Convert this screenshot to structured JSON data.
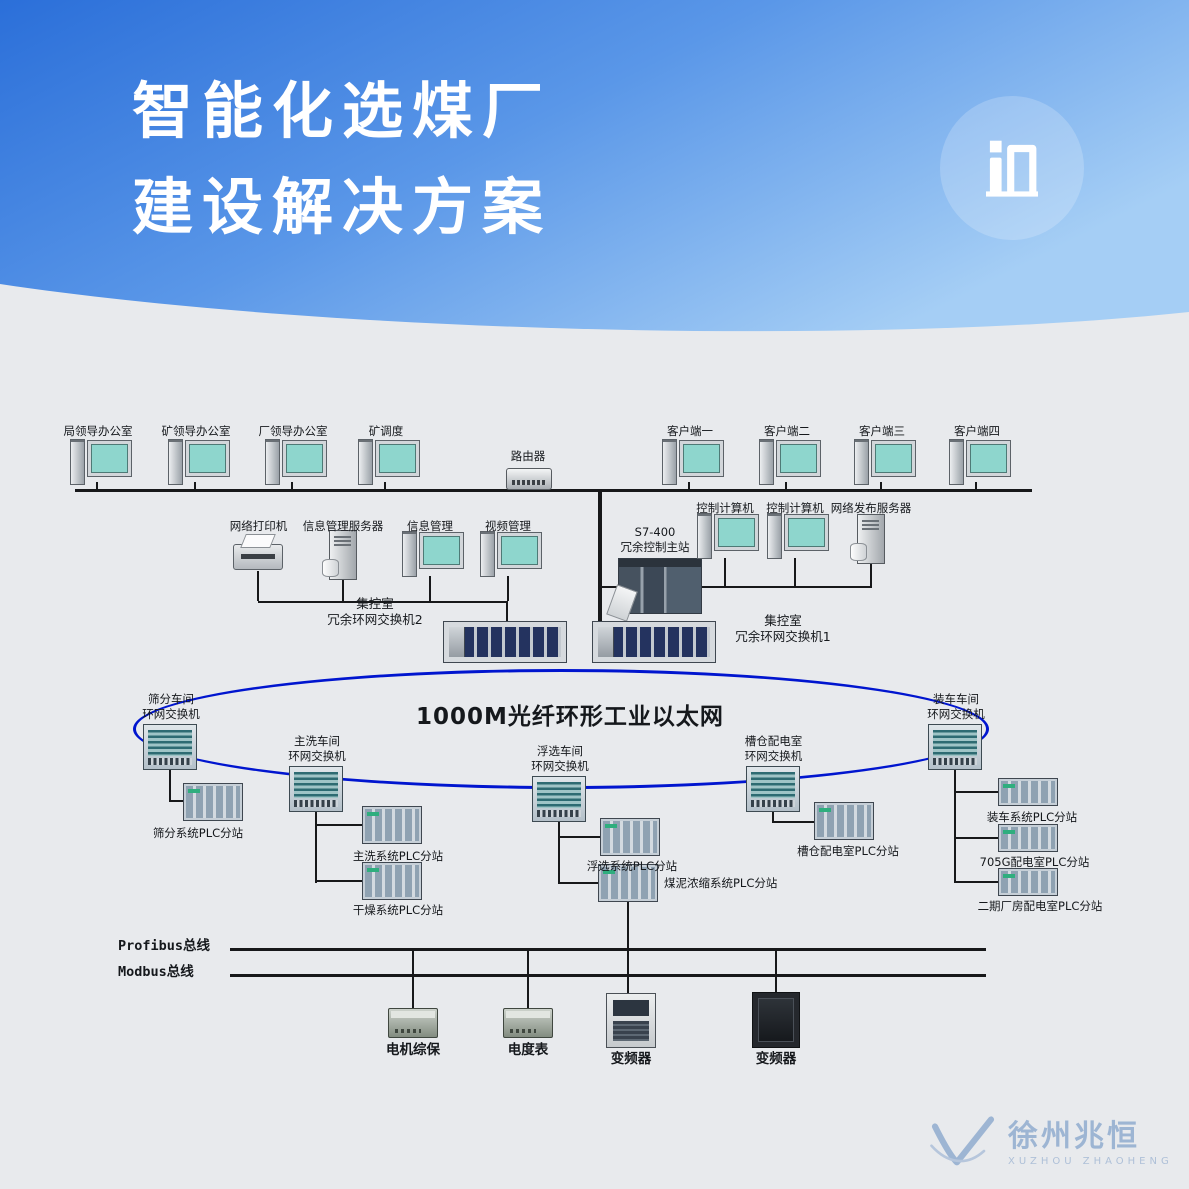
{
  "header": {
    "title_line1": "智能化选煤厂",
    "title_line2": "建设解决方案"
  },
  "diagram": {
    "router": "路由器",
    "office_pcs": [
      "局领导办公室",
      "矿领导办公室",
      "厂领导办公室",
      "矿调度"
    ],
    "client_pcs": [
      "客户端一",
      "客户端二",
      "客户端三",
      "客户端四"
    ],
    "mgmt": [
      "网络打印机",
      "信息管理服务器",
      "信息管理",
      "视频管理"
    ],
    "s7": [
      "S7-400",
      "冗余控制主站"
    ],
    "ctrl_pcs": [
      "控制计算机",
      "控制计算机"
    ],
    "web_server": "网络发布服务器",
    "switch2": [
      "集控室",
      "冗余环网交换机2"
    ],
    "switch1": [
      "集控室",
      "冗余环网交换机1"
    ],
    "ring_label": "1000M光纤环形工业以太网",
    "ring_switches": [
      {
        "l1": "筛分车间",
        "l2": "环网交换机"
      },
      {
        "l1": "主洗车间",
        "l2": "环网交换机"
      },
      {
        "l1": "浮选车间",
        "l2": "环网交换机"
      },
      {
        "l1": "槽仓配电室",
        "l2": "环网交换机"
      },
      {
        "l1": "装车车间",
        "l2": "环网交换机"
      }
    ],
    "plcs": [
      "筛分系统PLC分站",
      "主洗系统PLC分站",
      "干燥系统PLC分站",
      "浮选系统PLC分站",
      "煤泥浓缩系统PLC分站",
      "槽仓配电室PLC分站",
      "装车系统PLC分站",
      "705G配电室PLC分站",
      "二期厂房配电室PLC分站"
    ],
    "bus": {
      "profibus": "Profibus总线",
      "modbus": "Modbus总线"
    },
    "field_devices": [
      "电机综保",
      "电度表",
      "变频器",
      "变频器"
    ]
  },
  "footer": {
    "cn": "徐州兆恒",
    "en": "XUZHOU ZHAOHENG"
  },
  "colors": {
    "header_blue_start": "#2b6fd9",
    "header_blue_end": "#a5cef5",
    "ring_blue": "#0015cf",
    "background": "#e8eaed",
    "logo_blue": "#9db5d3"
  }
}
